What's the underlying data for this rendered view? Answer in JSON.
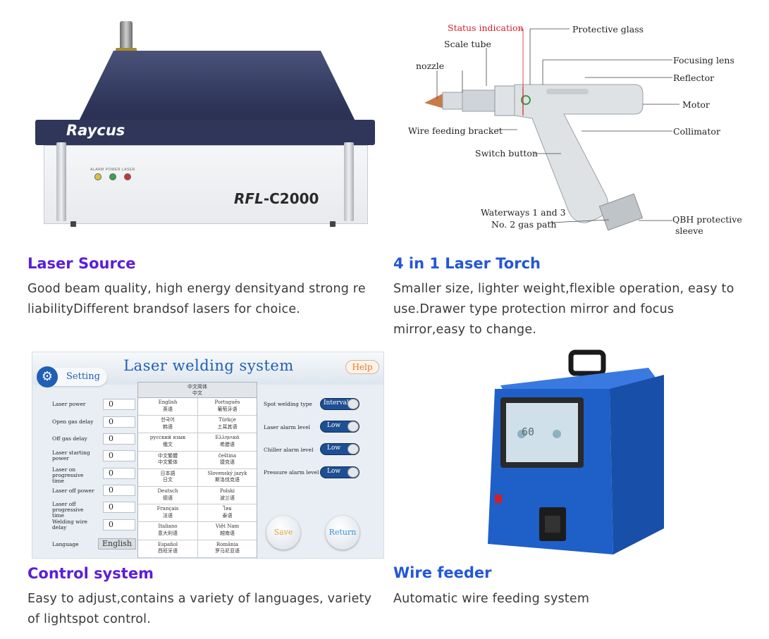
{
  "cards": [
    {
      "title": "Laser Source",
      "description_lines": [
        "Good beam quality, high energy densityand strong re",
        "liabilityDifferent brandsof lasers for choice."
      ]
    },
    {
      "title": "4 in 1 Laser Torch",
      "description_lines": [
        "Smaller size, lighter weight,flexible operation, easy to",
        "use.Drawer type protection mirror and focus",
        "mirror,easy to change."
      ]
    },
    {
      "title": "Control system",
      "description_lines": [
        "Easy to adjust,contains a variety of languages, variety",
        "of lightspot control."
      ]
    },
    {
      "title": "Wire feeder",
      "description_lines": [
        "Automatic wire feeding system"
      ]
    }
  ],
  "laser_source": {
    "brand": "Raycus",
    "indicator_labels": "ALARM  POWER  LASER",
    "model_prefix": "RFL",
    "model_suffix": "-C2000",
    "led_colors": [
      "#d8c43a",
      "#3aa04c",
      "#c8343a"
    ]
  },
  "torch_labels": {
    "status_indication": "Status indication",
    "protective_glass": "Protective glass",
    "scale_tube": "Scale tube",
    "nozzle": "nozzle",
    "focusing_lens": "Focusing lens",
    "reflector": "Reflector",
    "motor": "Motor",
    "wire_feeding_bracket": "Wire feeding bracket",
    "collimator": "Collimator",
    "switch_button": "Switch button",
    "waterways_line1": "Waterways 1 and 3",
    "waterways_line2": "No. 2 gas path",
    "qbh_line1": "QBH protective",
    "qbh_line2": "sleeve",
    "status_color": "#d6202a"
  },
  "control_panel": {
    "title": "Laser welding system",
    "setting_label": "Setting",
    "help_label": "Help",
    "fields": [
      {
        "label": "Laser power",
        "value": "0"
      },
      {
        "label": "Open gas delay",
        "value": "0"
      },
      {
        "label": "Off gas delay",
        "value": "0"
      },
      {
        "label": "Laser starting power",
        "value": "0"
      },
      {
        "label": "Laser on progressive time",
        "value": "0"
      },
      {
        "label": "Laser off power",
        "value": "0"
      },
      {
        "label": "Laser off progressive time",
        "value": "0"
      },
      {
        "label": "Welding wire delay",
        "value": "0"
      }
    ],
    "language_label": "Language",
    "language_value": "English",
    "language_header_line1": "中文简体",
    "language_header_line2": "中文",
    "languages": [
      [
        "English",
        "英语"
      ],
      [
        "Português",
        "葡萄牙语"
      ],
      [
        "한국어",
        "韩语"
      ],
      [
        "Türkçe",
        "土耳其语"
      ],
      [
        "русский язык",
        "俄文"
      ],
      [
        "Ελληνικά",
        "希腊语"
      ],
      [
        "中文繁體",
        "中文繁体"
      ],
      [
        "čeština",
        "捷克语"
      ],
      [
        "日本語",
        "日文"
      ],
      [
        "Slovenský jazyk",
        "斯洛伐克语"
      ],
      [
        "Deutsch",
        "德语"
      ],
      [
        "Polski",
        "波兰语"
      ],
      [
        "Français",
        "法语"
      ],
      [
        "ไทย",
        "泰语"
      ],
      [
        "Italiano",
        "意大利语"
      ],
      [
        "Việt Nam",
        "越南语"
      ],
      [
        "Español",
        "西班牙语"
      ],
      [
        "România",
        "罗马尼亚语"
      ]
    ],
    "toggles": [
      {
        "label": "Spot welding type",
        "value": "Interval"
      },
      {
        "label": "Laser alarm level",
        "value": "Low"
      },
      {
        "label": "Chiller alarm level",
        "value": "Low"
      },
      {
        "label": "Pressure alarm level",
        "value": "Low"
      }
    ],
    "save_label": "Save",
    "return_label": "Return"
  },
  "wire_feeder": {
    "display_value": "60"
  },
  "colors": {
    "title_purple": "#5b1ed8",
    "title_blue": "#2457d6",
    "panel_blue": "#1f5fb5",
    "feeder_blue": "#1f5fc8"
  }
}
